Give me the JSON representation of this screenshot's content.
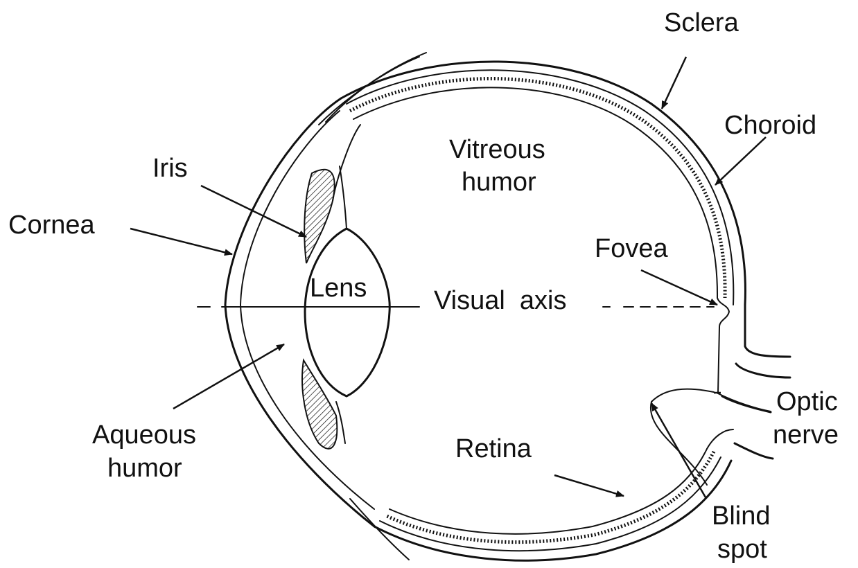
{
  "diagram": {
    "labels": {
      "sclera": "Sclera",
      "choroid": "Choroid",
      "vitreous_line1": "Vitreous",
      "vitreous_line2": "humor",
      "iris": "Iris",
      "cornea": "Cornea",
      "fovea": "Fovea",
      "lens": "Lens",
      "visual_axis": "Visual  axis",
      "optic_line1": "Optic",
      "optic_line2": "nerve",
      "aqueous_line1": "Aqueous",
      "aqueous_line2": "humor",
      "retina": "Retina",
      "blind_line1": "Blind",
      "blind_line2": "spot"
    }
  }
}
